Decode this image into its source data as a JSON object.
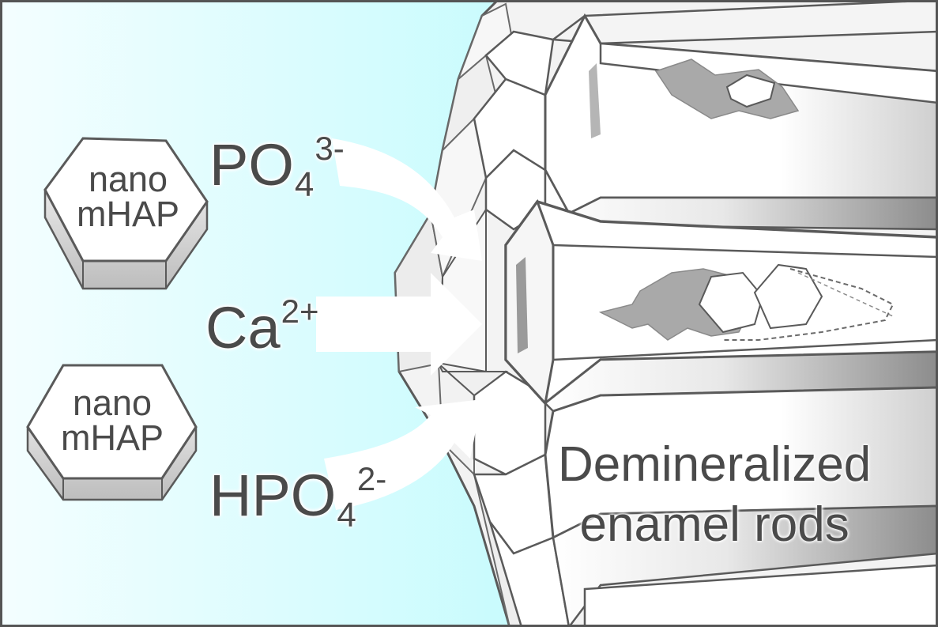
{
  "particles": [
    {
      "line1": "nano",
      "line2": "mHAP"
    },
    {
      "line1": "nano",
      "line2": "mHAP"
    }
  ],
  "ions": [
    {
      "base": "PO",
      "sub": "4",
      "sup": "3-"
    },
    {
      "base": "Ca",
      "sub": "",
      "sup": "2+"
    },
    {
      "base": "HPO",
      "sub": "4",
      "sup": "2-"
    }
  ],
  "caption": {
    "line1": "Demineralized",
    "line2": "enamel rods"
  },
  "colors": {
    "solution_light": "#f4feff",
    "solution_dark": "#8ef0f4",
    "outline": "#5a5a5a",
    "text": "#4a4a4a",
    "defect_fill": "#a9a9a9",
    "rod_shadow": "#9a9a9a"
  }
}
